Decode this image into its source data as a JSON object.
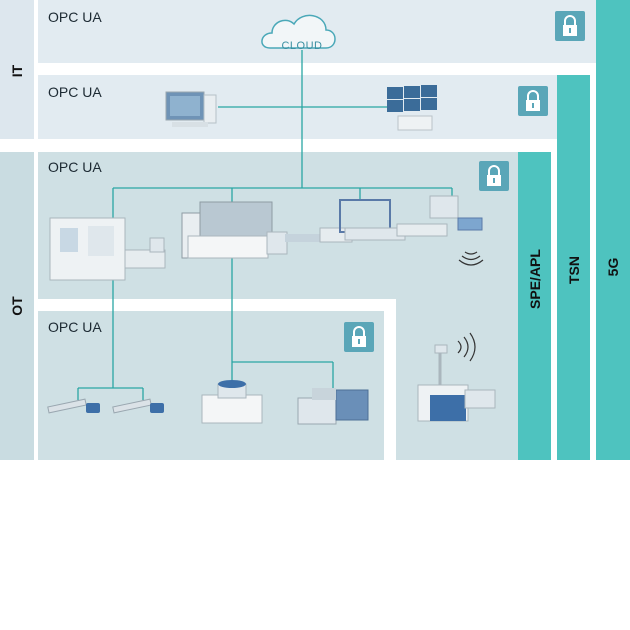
{
  "layers": {
    "it_label": "IT",
    "ot_label": "OT"
  },
  "zones": {
    "zone1": {
      "protocol": "OPC UA"
    },
    "zone2": {
      "protocol": "OPC UA"
    },
    "zone3": {
      "protocol": "OPC UA"
    },
    "zone4": {
      "protocol": "OPC UA"
    }
  },
  "cloud": {
    "label": "CLOUD"
  },
  "bars": {
    "spe_apl": "SPE/APL",
    "tsn": "TSN",
    "fiveg": "5G"
  },
  "colors": {
    "bar_teal": "#4ec3bf",
    "lock_blue": "#5aa6b8",
    "line_teal": "#2aa6a3"
  },
  "icons": [
    "cloud-icon",
    "lock-icon",
    "computer-icon",
    "monitor-wall-icon",
    "production-line-icon",
    "sensor-icon",
    "controller-icon",
    "motor-icon",
    "robot-icon",
    "wireless-icon"
  ]
}
